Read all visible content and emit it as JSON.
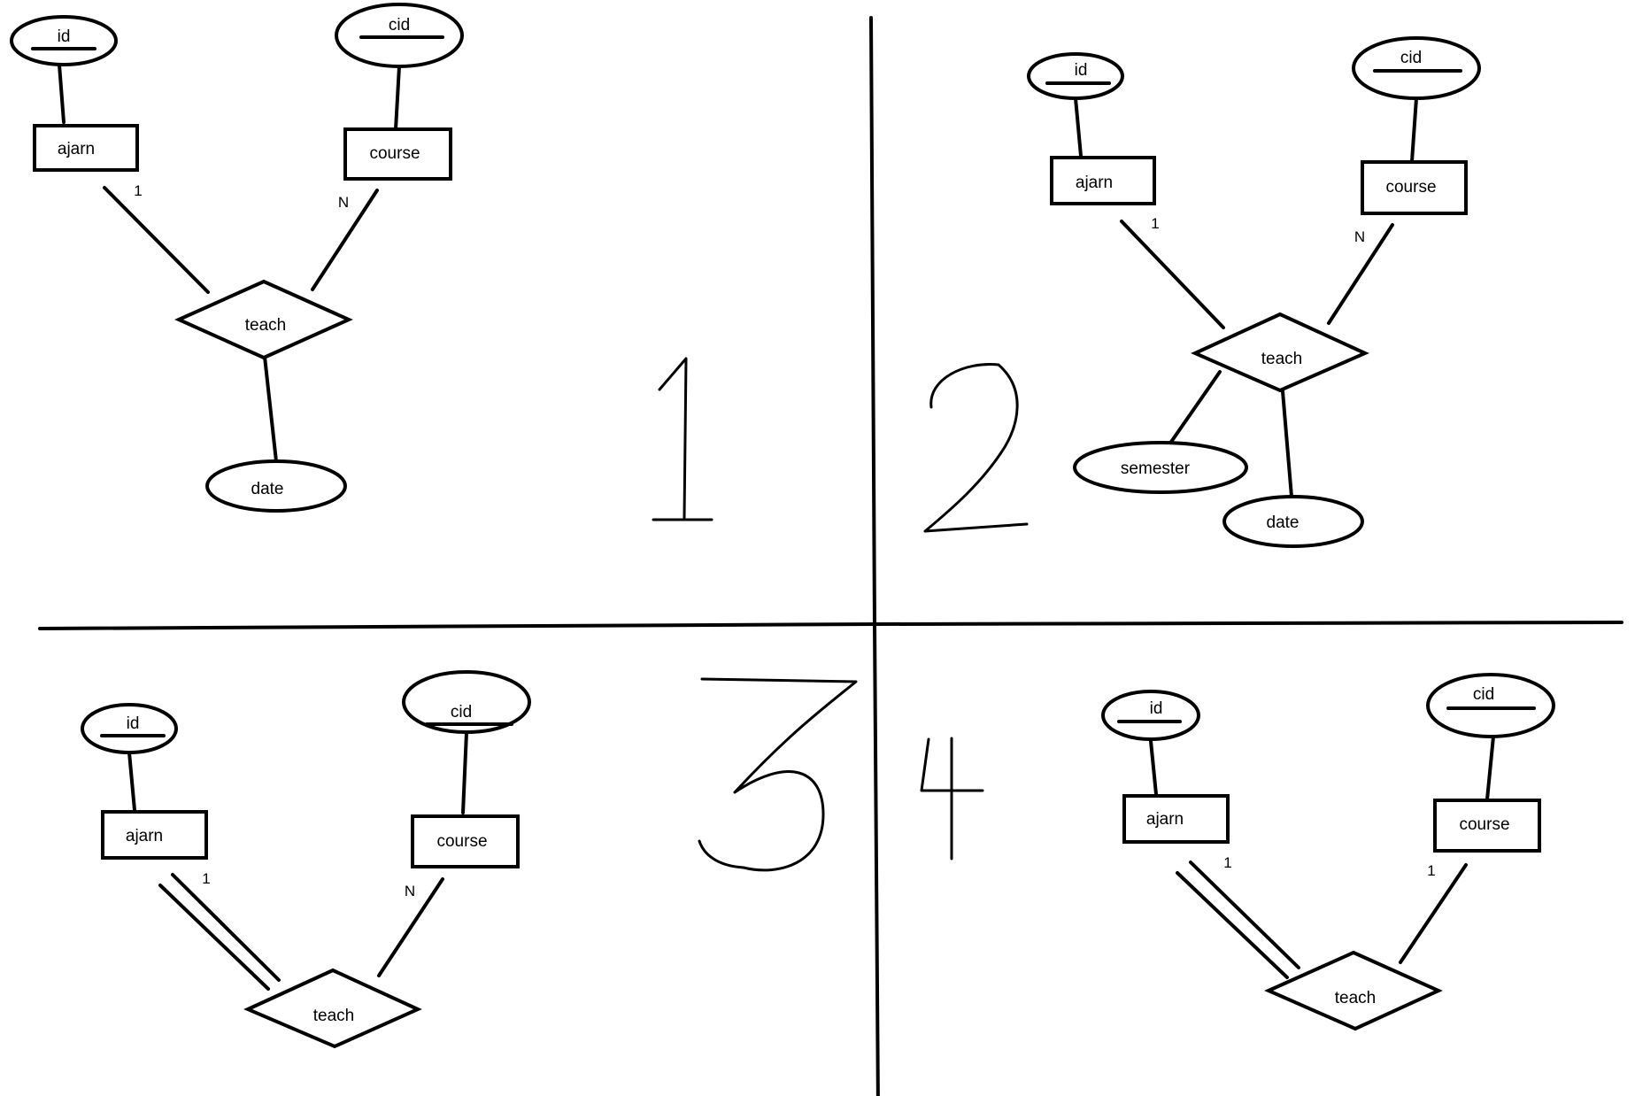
{
  "colors": {
    "ink": "#000000",
    "paper": "#ffffff"
  },
  "panel_numbers": [
    "1",
    "2",
    "3",
    "4"
  ],
  "diagram1": {
    "ajarn": "ajarn",
    "ajarn_key": "id",
    "course": "course",
    "course_key": "cid",
    "relationship": "teach",
    "attribute_date": "date",
    "card_ajarn": "1",
    "card_course": "N"
  },
  "diagram2": {
    "ajarn": "ajarn",
    "ajarn_key": "id",
    "course": "course",
    "course_key": "cid",
    "relationship": "teach",
    "attribute_semester": "semester",
    "attribute_date": "date",
    "card_ajarn": "1",
    "card_course": "N"
  },
  "diagram3": {
    "ajarn": "ajarn",
    "ajarn_key": "id",
    "course": "course",
    "course_key": "cid",
    "relationship": "teach",
    "card_ajarn": "1",
    "card_course": "N",
    "ajarn_participation": "total"
  },
  "diagram4": {
    "ajarn": "ajarn",
    "ajarn_key": "id",
    "course": "course",
    "course_key": "cid",
    "relationship": "teach",
    "card_ajarn": "1",
    "card_course": "1",
    "ajarn_participation": "total"
  }
}
